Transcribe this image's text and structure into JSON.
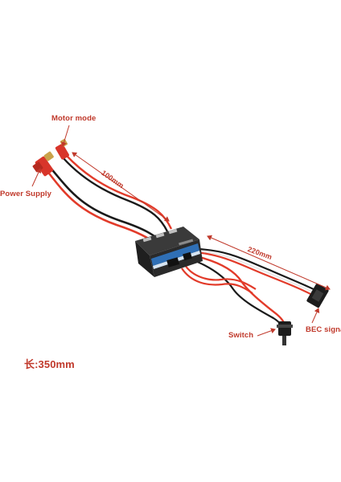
{
  "labels": {
    "motor_mode": "Motor mode",
    "power_supply": "Power Supply",
    "dim_100": "100mm",
    "dim_220": "220mm",
    "switch": "Switch",
    "bec_signal": "BEC signal",
    "length_total": "长:350mm"
  },
  "colors": {
    "annotation": "#c0392b",
    "wire_red": "#e23b2a",
    "wire_black": "#1a1a1a",
    "wire_white": "#e8e8e8",
    "module_body": "#2a2a2a",
    "module_label": "#2f6fb5"
  }
}
